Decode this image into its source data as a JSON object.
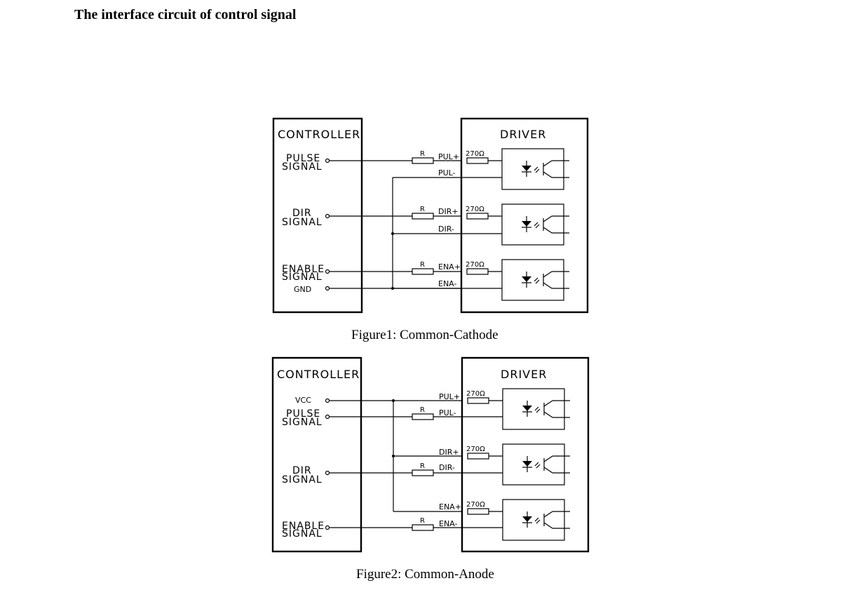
{
  "page_title": "The interface circuit of control signal",
  "figure1": {
    "controller_label": "CONTROLLER",
    "driver_label": "DRIVER",
    "caption": "Figure1: Common-Cathode",
    "pulse_line1": "PULSE",
    "pulse_line2": "SIGNAL",
    "dir_line1": "DIR",
    "dir_line2": "SIGNAL",
    "enable_line1": "ENABLE",
    "enable_line2": "SIGNAL",
    "gnd_label": "GND",
    "resistor_label": "R",
    "internal_resistor": "270Ω",
    "pul_plus": "PUL+",
    "pul_minus": "PUL-",
    "dir_plus": "DIR+",
    "dir_minus": "DIR-",
    "ena_plus": "ENA+",
    "ena_minus": "ENA-"
  },
  "figure2": {
    "controller_label": "CONTROLLER",
    "driver_label": "DRIVER",
    "caption": "Figure2: Common-Anode",
    "vcc_label": "VCC",
    "pulse_line1": "PULSE",
    "pulse_line2": "SIGNAL",
    "dir_line1": "DIR",
    "dir_line2": "SIGNAL",
    "enable_line1": "ENABLE",
    "enable_line2": "SIGNAL",
    "resistor_label": "R",
    "internal_resistor": "270Ω",
    "pul_plus": "PUL+",
    "pul_minus": "PUL-",
    "dir_plus": "DIR+",
    "dir_minus": "DIR-",
    "ena_plus": "ENA+",
    "ena_minus": "ENA-"
  }
}
